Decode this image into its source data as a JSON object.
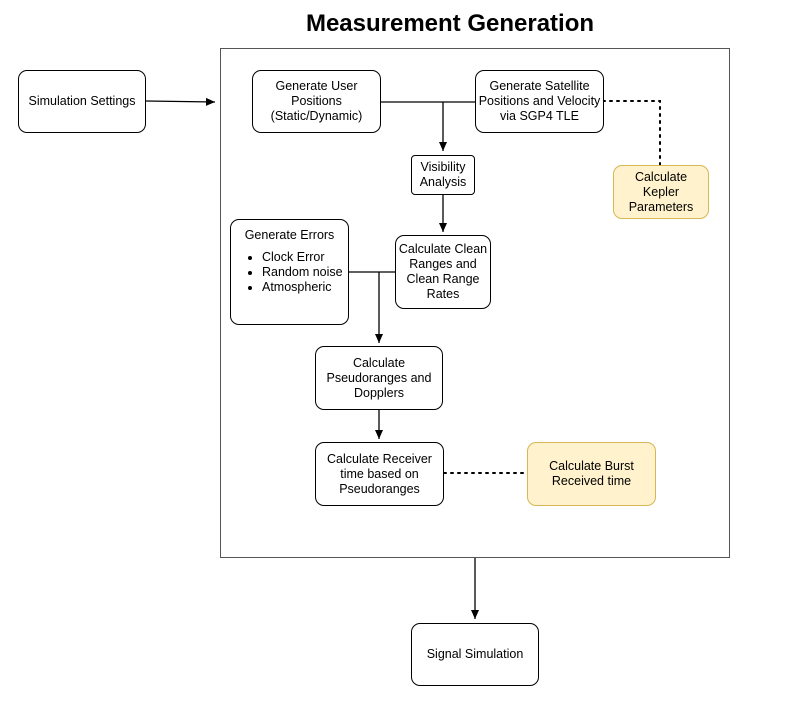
{
  "title": "Measurement Generation",
  "nodes": {
    "simulation_settings": "Simulation Settings",
    "generate_user_positions": "Generate User Positions (Static/Dynamic)",
    "generate_satellite_positions": "Generate Satellite Positions and Velocity via SGP4 TLE",
    "calculate_kepler": "Calculate Kepler Parameters",
    "visibility_analysis": "Visibility Analysis",
    "generate_errors": {
      "heading": "Generate Errors",
      "items": [
        "Clock Error",
        "Random noise",
        "Atmospheric"
      ]
    },
    "clean_ranges": "Calculate Clean Ranges and Clean Range Rates",
    "pseudoranges": "Calculate Pseudoranges and Dopplers",
    "receiver_time": "Calculate Receiver time based on Pseudoranges",
    "burst_time": "Calculate Burst Received time",
    "signal_simulation": "Signal Simulation"
  },
  "colors": {
    "highlight_fill": "#fff2cc",
    "highlight_border": "#d6b656",
    "stroke": "#000000"
  }
}
